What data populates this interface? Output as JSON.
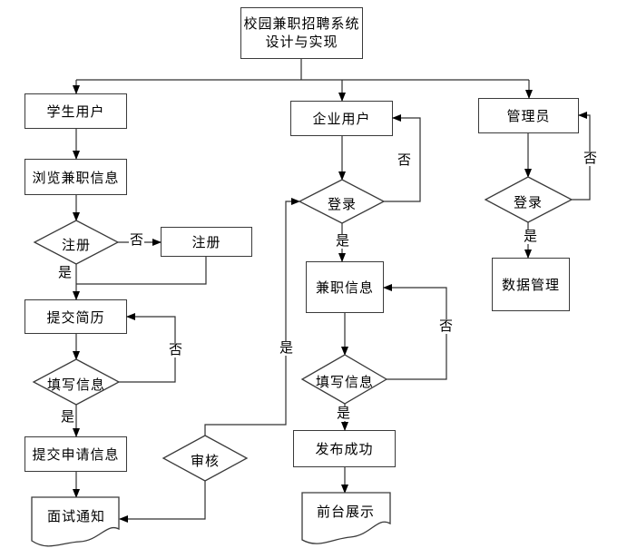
{
  "diagram": {
    "title": {
      "line1": "校园兼职招聘系统",
      "line2": "设计与实现"
    },
    "labels": {
      "yes": "是",
      "no": "否"
    },
    "nodes": {
      "student_user": "学生用户",
      "browse_jobs": "浏览兼职信息",
      "register_decision": "注册",
      "register_action": "注册",
      "submit_resume": "提交简历",
      "fill_info_student": "填写信息",
      "submit_application": "提交申请信息",
      "interview_notice": "面试通知",
      "review": "审核",
      "enterprise_user": "企业用户",
      "login_enterprise": "登录",
      "job_info": "兼职信息",
      "fill_info_enterprise": "填写信息",
      "publish_success": "发布成功",
      "front_display": "前台展示",
      "admin": "管理员",
      "login_admin": "登录",
      "data_management": "数据管理"
    }
  }
}
